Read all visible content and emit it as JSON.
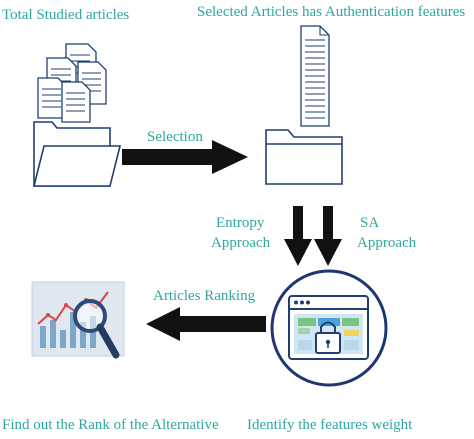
{
  "colors": {
    "label_teal": "#2fa7a0",
    "arrow": "#111111",
    "outline": "#1f3f73",
    "folder_fill": "#ffffff",
    "circle_border": "#1f3670"
  },
  "labels": {
    "total_studied": "Total Studied articles",
    "selected_articles": "Selected Articles has Authentication features",
    "selection": "Selection",
    "entropy": "Entropy",
    "entropy_approach": "Approach",
    "sa": "SA",
    "sa_approach": "Approach",
    "articles_ranking": "Articles Ranking",
    "find_rank": "Find out the Rank of the Alternative",
    "identify_weight": "Identify the features weight"
  },
  "icons": {
    "stacked_documents": "documents-stack-icon",
    "open_folder": "open-folder-icon",
    "long_document": "long-document-icon",
    "closed_folder": "folder-icon",
    "secure_browser": "browser-lock-icon",
    "analytics": "chart-magnifier-icon"
  }
}
